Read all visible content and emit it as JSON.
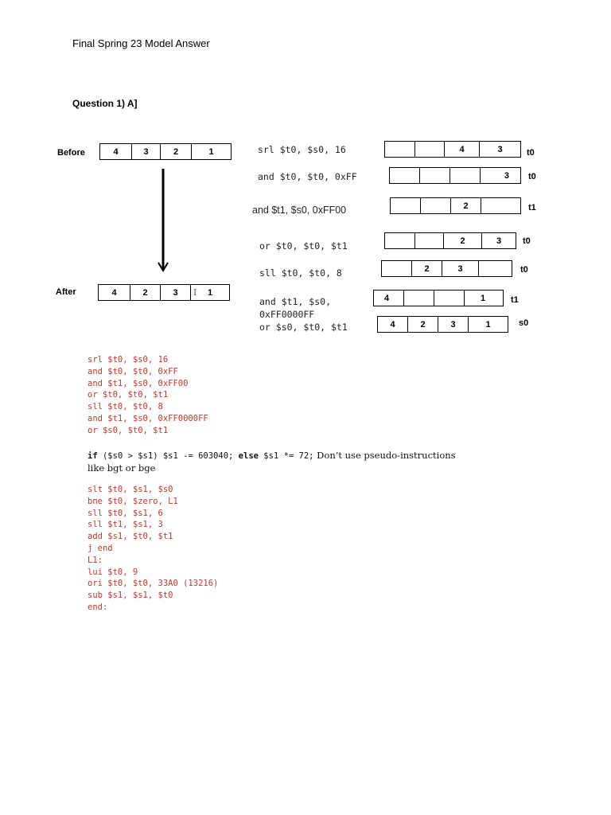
{
  "title": "Final Spring 23 Model Answer",
  "question": "Question 1) A]",
  "before": {
    "label": "Before",
    "cells": [
      "4",
      "3",
      "2",
      "1"
    ]
  },
  "after": {
    "label": "After",
    "cells": [
      "4",
      "2",
      "3",
      "1"
    ],
    "cursor": "I"
  },
  "steps": [
    {
      "instr": "srl $t0, $s0, 16",
      "cells": [
        "",
        "",
        "4",
        "3"
      ],
      "reg": "t0"
    },
    {
      "instr": "and $t0, $t0, 0xFF",
      "cells": [
        "",
        "",
        "",
        "3"
      ],
      "reg": "t0"
    },
    {
      "instr": "and $t1, $s0, 0xFF00",
      "cells": [
        "",
        "",
        "2",
        ""
      ],
      "reg": "t1"
    },
    {
      "instr": "or $t0, $t0, $t1",
      "cells": [
        "",
        "",
        "2",
        "3"
      ],
      "reg": "t0"
    },
    {
      "instr": "sll $t0, $t0, 8",
      "cells": [
        "",
        "2",
        "3",
        ""
      ],
      "reg": "t0"
    },
    {
      "instr": "and $t1, $s0,",
      "instr2": "0xFF0000FF",
      "cells": [
        "4",
        "",
        "",
        "1"
      ],
      "reg": "t1"
    },
    {
      "instr": "or $s0, $t0, $t1",
      "cells": [
        "4",
        "2",
        "3",
        "1"
      ],
      "reg": "s0"
    }
  ],
  "code_a": "srl $t0, $s0, 16\nand $t0, $t0, 0xFF\nand $t1, $s0, 0xFF00\nor $t0, $t0, $t1\nsll $t0, $t0, 8\nand $t1, $s0, 0xFF0000FF\nor $s0, $t0, $t1",
  "part_b": {
    "kw_if": "if",
    "cond": " ($s0 > $s1) $s1 -= 603040; ",
    "kw_else": "else",
    "else_stmt": " $s1 *= 72;",
    "note": "  Don’t use pseudo-instructions",
    "note2": "like bgt or bge"
  },
  "code_b": "slt $t0, $s1, $s0\nbne $t0, $zero, L1\nsll $t0, $s1, 6\nsll $t1, $s1, 3\nadd $s1, $t0, $t1\nj end\nL1:\nlui $t0, 9\nori $t0, $t0, 33A0 (13216)\nsub $s1, $s1, $t0\nend:"
}
